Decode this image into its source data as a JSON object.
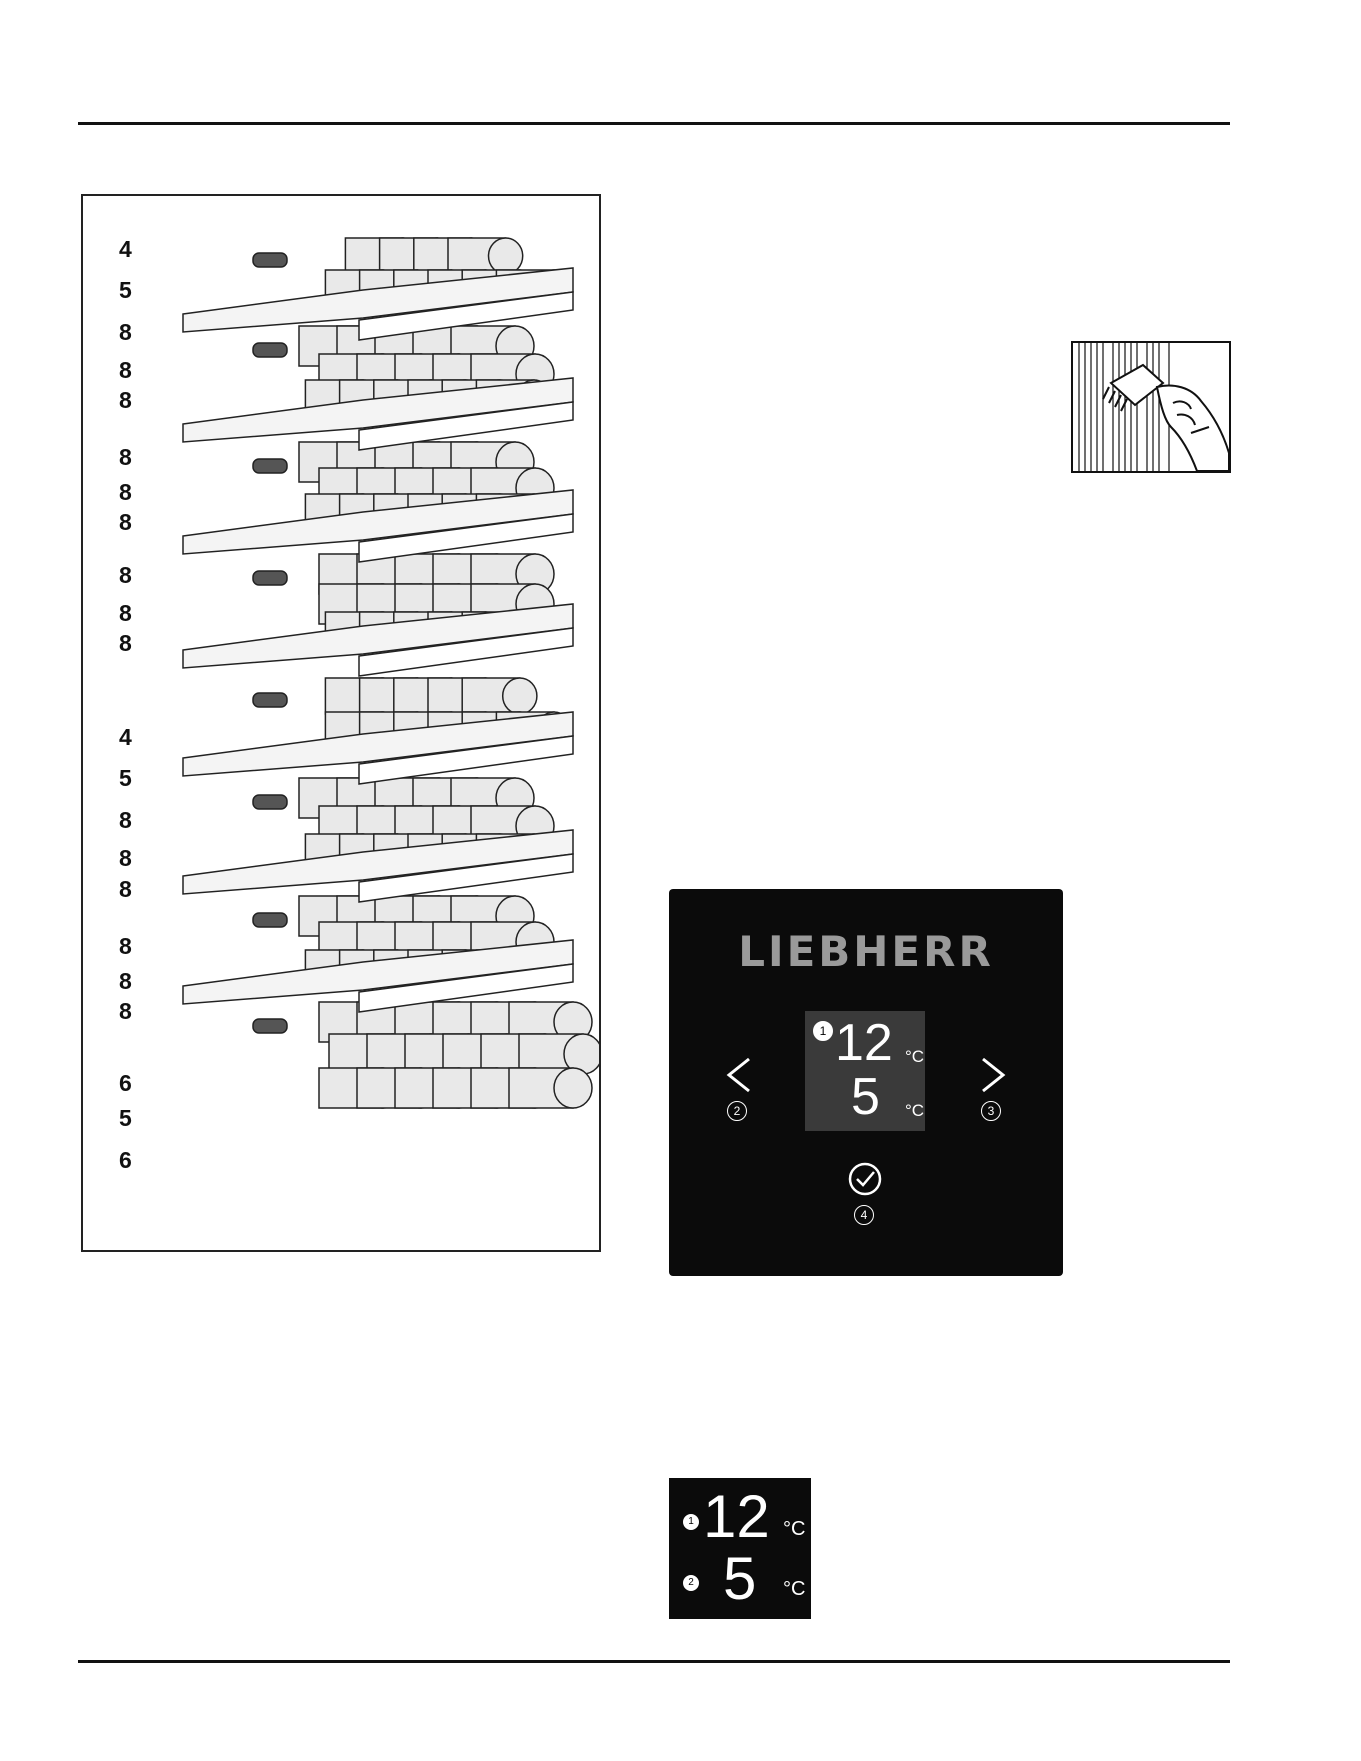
{
  "shelf_figure": {
    "row_labels": [
      "4",
      "5",
      "8",
      "8",
      "8",
      "8",
      "8",
      "8",
      "8",
      "8",
      "8",
      "4",
      "5",
      "8",
      "8",
      "8",
      "8",
      "8",
      "8",
      "6",
      "5",
      "6"
    ]
  },
  "icons": {
    "cleaning": "brush-cleaning-icon",
    "left": "chevron-left-icon",
    "right": "chevron-right-icon",
    "confirm": "check-circle-icon"
  },
  "control_panel": {
    "brand": "LIEBHERR",
    "upper_temp": "12",
    "upper_unit": "°C",
    "lower_temp": "5",
    "lower_unit": "°C",
    "callouts": [
      "1",
      "2",
      "3",
      "4"
    ]
  },
  "zone_display": {
    "upper_temp": "12",
    "upper_unit": "°C",
    "lower_temp": "5",
    "lower_unit": "°C",
    "callouts": [
      "1",
      "2"
    ]
  },
  "colors": {
    "panel_bg": "#0b0b0b",
    "display_bg": "#3a3a3a",
    "brand": "#9a9a9a"
  }
}
